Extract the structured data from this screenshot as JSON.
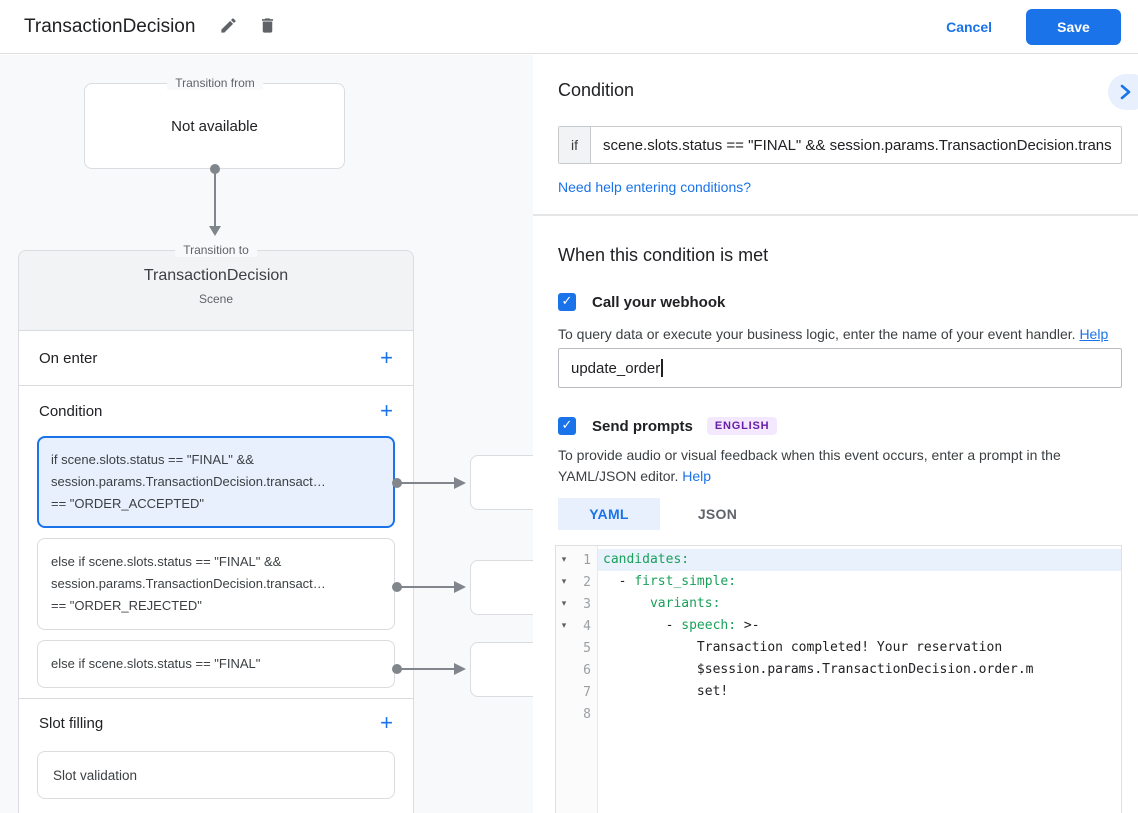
{
  "header": {
    "title": "TransactionDecision",
    "cancel_label": "Cancel",
    "save_label": "Save"
  },
  "flow": {
    "transition_from": {
      "legend": "Transition from",
      "content": "Not available"
    },
    "transition_to": {
      "legend": "Transition to",
      "title": "TransactionDecision",
      "subtitle": "Scene",
      "on_enter_label": "On enter",
      "condition_label": "Condition",
      "slot_filling_label": "Slot filling",
      "slot_validation_label": "Slot validation",
      "conditions": [
        {
          "selected": true,
          "lines": [
            "if scene.slots.status == \"FINAL\" &&",
            "session.params.TransactionDecision.transact…",
            "== \"ORDER_ACCEPTED\""
          ]
        },
        {
          "selected": false,
          "lines": [
            "else if scene.slots.status == \"FINAL\" &&",
            "session.params.TransactionDecision.transact…",
            "== \"ORDER_REJECTED\""
          ]
        },
        {
          "selected": false,
          "lines": [
            "else if scene.slots.status == \"FINAL\""
          ]
        }
      ]
    }
  },
  "panel": {
    "condition_heading": "Condition",
    "if_label": "if",
    "if_value": "scene.slots.status == \"FINAL\" && session.params.TransactionDecision.trans",
    "help_conditions_link": "Need help entering conditions?",
    "when_heading": "When this condition is met",
    "webhook": {
      "label": "Call your webhook",
      "helper": "To query data or execute your business logic, enter the name of your event handler.",
      "help_link": "Help",
      "value": "update_order"
    },
    "prompts": {
      "label": "Send prompts",
      "badge": "ENGLISH",
      "helper": "To provide audio or visual feedback when this event occurs, enter a prompt in the YAML/JSON editor.",
      "help_link": "Help"
    },
    "tabs": [
      {
        "label": "YAML",
        "active": true
      },
      {
        "label": "JSON",
        "active": false
      }
    ],
    "editor": {
      "lines": [
        {
          "n": 1,
          "fold": true,
          "active": true,
          "segs": [
            {
              "t": "candidates:",
              "c": "key"
            }
          ]
        },
        {
          "n": 2,
          "fold": true,
          "segs": [
            {
              "t": "  - ",
              "c": "plain"
            },
            {
              "t": "first_simple:",
              "c": "key"
            }
          ]
        },
        {
          "n": 3,
          "fold": true,
          "segs": [
            {
              "t": "      ",
              "c": "plain"
            },
            {
              "t": "variants:",
              "c": "key"
            }
          ]
        },
        {
          "n": 4,
          "fold": true,
          "segs": [
            {
              "t": "        - ",
              "c": "plain"
            },
            {
              "t": "speech:",
              "c": "key"
            },
            {
              "t": " >-",
              "c": "plain"
            }
          ]
        },
        {
          "n": 5,
          "fold": false,
          "segs": [
            {
              "t": "            Transaction completed! Your reservation",
              "c": "plain"
            }
          ]
        },
        {
          "n": 6,
          "fold": false,
          "segs": [
            {
              "t": "            $session.params.TransactionDecision.order.m",
              "c": "plain"
            }
          ]
        },
        {
          "n": 7,
          "fold": false,
          "segs": [
            {
              "t": "            set!",
              "c": "plain"
            }
          ]
        },
        {
          "n": 8,
          "fold": false,
          "segs": []
        }
      ]
    }
  },
  "colors": {
    "accent": "#1a73e8",
    "selected_condition_bg": "#e8f0fe",
    "panel_bg": "#f8f9fa",
    "card_header_bg": "#f1f3f4",
    "badge_bg": "#f3e8fd",
    "badge_text": "#681da8",
    "yaml_key_green": "#1aa05a",
    "connector_grey": "#80868b"
  }
}
